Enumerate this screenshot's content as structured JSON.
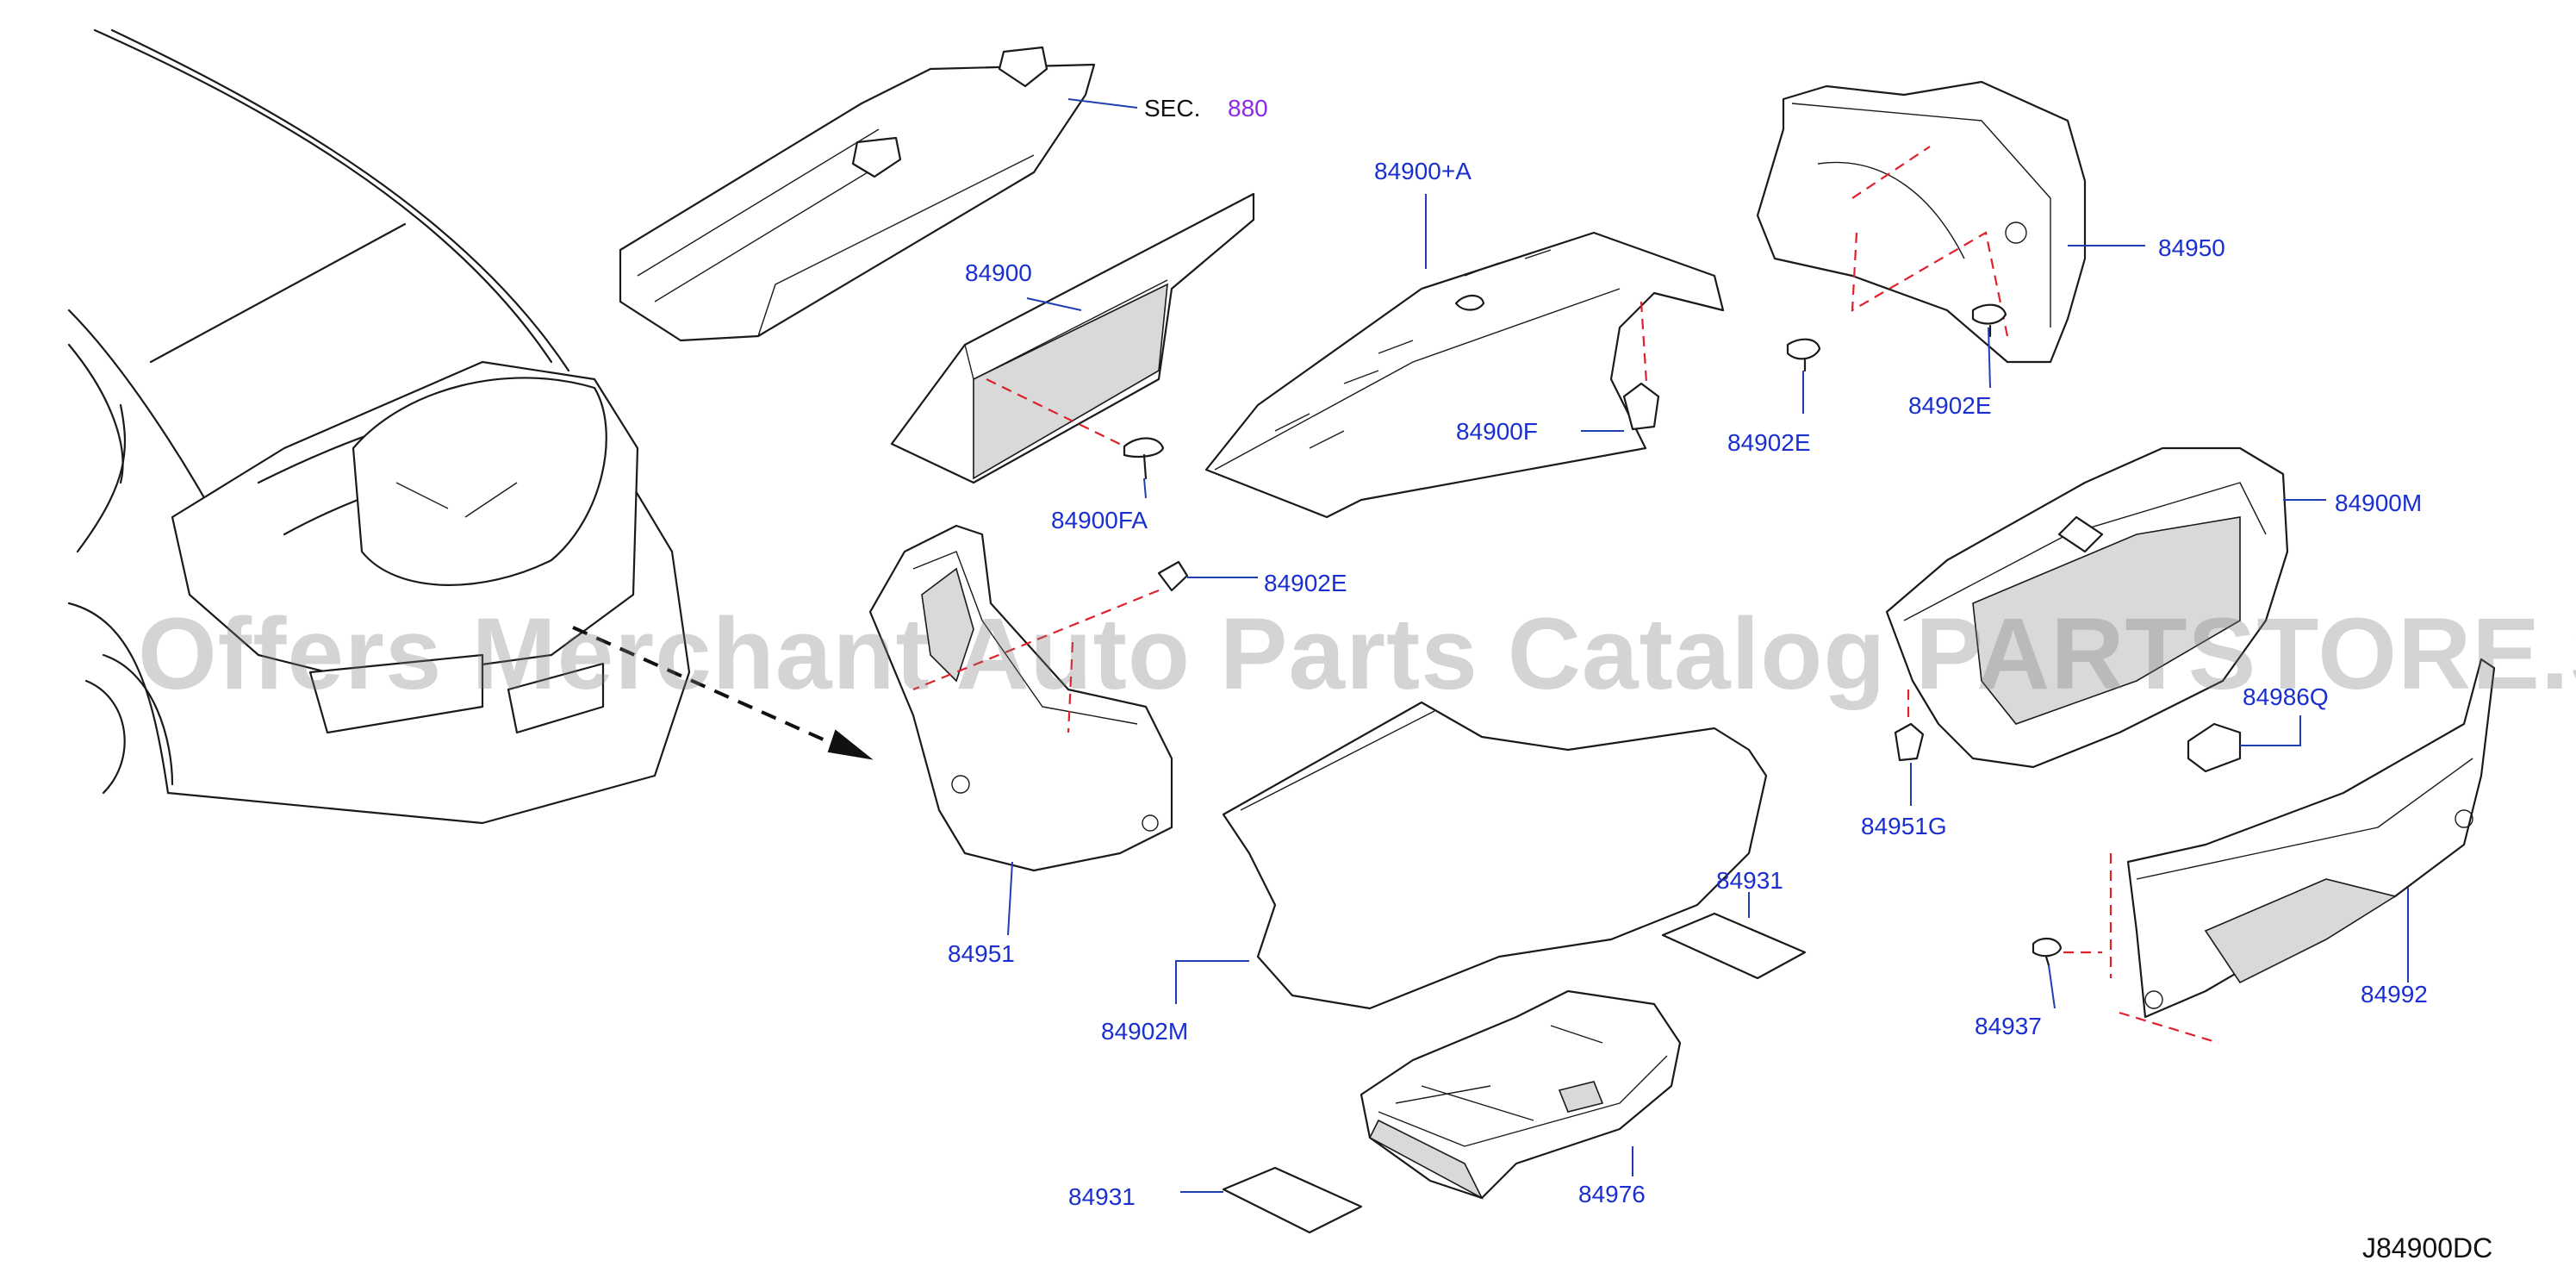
{
  "diagram": {
    "section_ref": {
      "prefix": "SEC.",
      "number": "880"
    },
    "labels": {
      "l_84900": "84900",
      "l_84900A": "84900+A",
      "l_84950": "84950",
      "l_84900F": "84900F",
      "l_84902E_a": "84902E",
      "l_84902E_b": "84902E",
      "l_84902E_c": "84902E",
      "l_84900FA": "84900FA",
      "l_84900M": "84900M",
      "l_84951": "84951",
      "l_84951G": "84951G",
      "l_84986Q": "84986Q",
      "l_84931_a": "84931",
      "l_84931_b": "84931",
      "l_84902M": "84902M",
      "l_84937": "84937",
      "l_84992": "84992",
      "l_84976": "84976"
    },
    "diagram_code": "J84900DC",
    "watermark": "Offers Merchant Auto Parts Catalog PARTSTORE.SA"
  }
}
